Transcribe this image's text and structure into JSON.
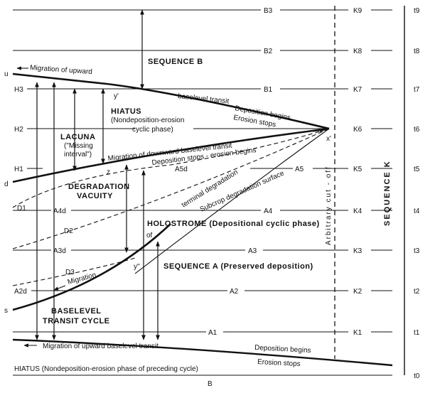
{
  "diagram": {
    "time_labels": [
      "t9",
      "t8",
      "t7",
      "t6",
      "t5",
      "t4",
      "t3",
      "t2",
      "t1",
      "t0"
    ],
    "k_labels": [
      "K9",
      "K8",
      "K7",
      "K6",
      "K5",
      "K4",
      "K3",
      "K2",
      "K1"
    ],
    "b_labels": [
      "B3",
      "B2",
      "B1"
    ],
    "a_labels": [
      "A5",
      "A4",
      "A3",
      "A2",
      "A1"
    ],
    "a_d_labels": [
      "A5d",
      "A4d",
      "A3d",
      "A2d"
    ],
    "h_labels": [
      "H3",
      "H2",
      "H1"
    ],
    "d_labels": [
      "D1",
      "D2",
      "D3"
    ],
    "edge_letters": {
      "u": "u",
      "d": "d",
      "s": "s"
    },
    "bottom_label": "B",
    "point_labels": {
      "y1": "y'",
      "y2": "y''",
      "z": "z",
      "x1": "x'",
      "of": "of"
    },
    "cutoff_text": "Arbitrary    cut - off",
    "sequence_k": "SEQUENCE   K",
    "texts": {
      "sequence_b": "SEQUENCE B",
      "migration_upward_top": "Migration of upward",
      "baselevel_transit": "baselevel transit",
      "deposition_begins_top": "Deposition begins",
      "erosion_stops_top": "Erosion stops",
      "hiatus_line1": "HIATUS",
      "hiatus_line2": "(Nondeposition-erosion",
      "hiatus_line3": "cyclic phase)",
      "lacuna_line1": "LACUNA",
      "lacuna_line2": "(\"Missing",
      "lacuna_line3": "interval\")",
      "migration_downward": "Migration of downward baselevel transit",
      "deposition_stops": "Deposition stops - erosion begins",
      "degradation_line1": "DEGRADATION",
      "degradation_line2": "VACUITY",
      "terminal_degradation": "terminal degradation",
      "subcrop_degradation": "Subcrop degradation surface",
      "holostrome": "HOLOSTROME (Depositional cyclic phase)",
      "sequence_a": "SEQUENCE A (Preserved deposition)",
      "migration": "Migration",
      "baselevel_line1": "BASELEVEL",
      "baselevel_line2": "TRANSIT CYCLE",
      "migration_upward_bottom": "Migration of upward baselevel transit",
      "deposition_begins_bottom": "Deposition begins",
      "erosion_stops_bottom": "Erosion stops",
      "hiatus_bottom": "HIATUS (Nondeposition-erosion phase of preceding cycle)"
    }
  }
}
